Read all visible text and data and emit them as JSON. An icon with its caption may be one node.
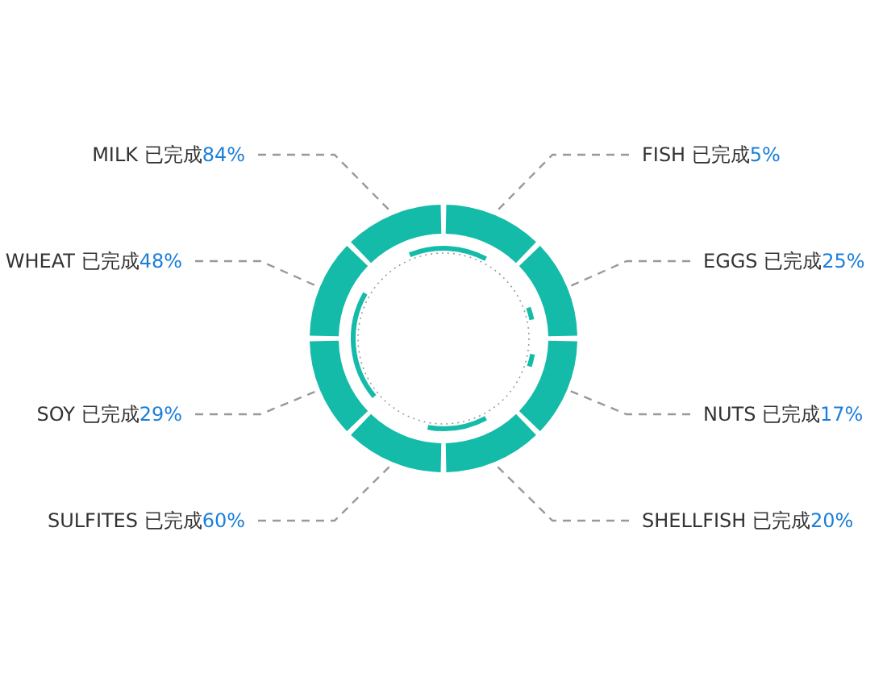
{
  "diagram": {
    "nodes": [
      {
        "text": [
          "MILK 已完成",
          "84%"
        ]
      },
      {
        "text": [
          "FISH 已完成",
          "5%"
        ]
      },
      {
        "text": [
          "WHEAT 已完成",
          "48%"
        ]
      },
      {
        "text": [
          "EGGS 已完成",
          "25%"
        ]
      },
      {
        "text": [
          "SOY 已完成",
          "29%"
        ]
      },
      {
        "text": [
          "NUTS 已完成",
          "17%"
        ]
      },
      {
        "text": [
          "SULFITES 已完成",
          "60%"
        ]
      },
      {
        "text": [
          "SHELLFISH 已完成",
          "20%"
        ]
      },
      {
        "text": [],
        "shape": "arc"
      },
      {
        "text": [],
        "shape": "arc"
      },
      {
        "text": [],
        "shape": "arc"
      },
      {
        "text": [],
        "shape": "arc"
      },
      {
        "text": [],
        "shape": "arc"
      },
      {
        "text": [],
        "shape": "arc"
      },
      {
        "text": [],
        "shape": "arc"
      },
      {
        "text": [],
        "shape": "arc"
      }
    ],
    "edges": [
      {
        "from": 0,
        "to": 15,
        "arrow": "none",
        "style": "dashed"
      },
      {
        "from": 1,
        "to": 8,
        "arrow": "none",
        "style": "dashed"
      },
      {
        "from": 2,
        "to": 14,
        "arrow": "none",
        "style": "dashed"
      },
      {
        "from": 3,
        "to": 9,
        "arrow": "none",
        "style": "dashed"
      },
      {
        "from": 4,
        "to": 13,
        "arrow": "none",
        "style": "dashed"
      },
      {
        "from": 5,
        "to": 10,
        "arrow": "none",
        "style": "dashed"
      },
      {
        "from": 6,
        "to": 12,
        "arrow": "none",
        "style": "dashed"
      },
      {
        "from": 7,
        "to": 11,
        "arrow": "none",
        "style": "dashed"
      }
    ]
  }
}
